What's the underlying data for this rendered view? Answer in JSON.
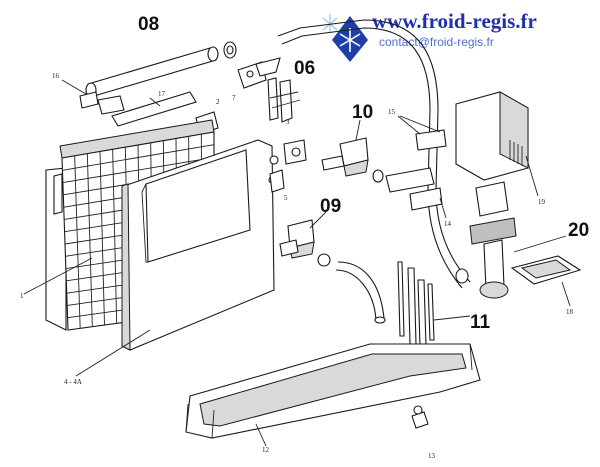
{
  "header": {
    "site_url": "www.froid-regis.fr",
    "contact_email": "contact@froid-regis.fr",
    "logo": "snowflake-logo"
  },
  "part_labels": {
    "big": [
      "08",
      "06",
      "10",
      "09",
      "20",
      "11"
    ],
    "small": [
      "16",
      "17",
      "2",
      "7",
      "3",
      "1",
      "4 - 4A",
      "5",
      "15",
      "14",
      "19",
      "18",
      "12",
      "13"
    ]
  },
  "colors": {
    "site_url": "#1e2fb4",
    "contact_email": "#4f6cd6",
    "logo_background": "#1f3fa8",
    "line_art": "#1a1a1a"
  }
}
